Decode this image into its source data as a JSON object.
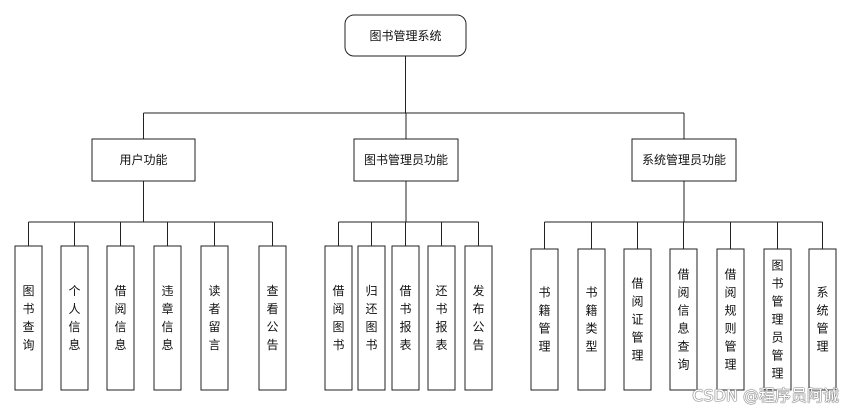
{
  "root": {
    "label": "图书管理系统"
  },
  "groups": [
    {
      "label": "用户功能",
      "children": [
        "图书查询",
        "个人信息",
        "借阅信息",
        "违章信息",
        "读者留言",
        "查看公告"
      ]
    },
    {
      "label": "图书管理员功能",
      "children": [
        "借阅图书",
        "归还图书",
        "借书报表",
        "还书报表",
        "发布公告"
      ]
    },
    {
      "label": "系统管理员功能",
      "children": [
        "书籍管理",
        "书籍类型",
        "借阅证管理",
        "借阅信息查询",
        "借阅规则管理",
        "图书管理员管理",
        "系统管理"
      ]
    }
  ],
  "watermark": "CSDN @程序员阿诚"
}
